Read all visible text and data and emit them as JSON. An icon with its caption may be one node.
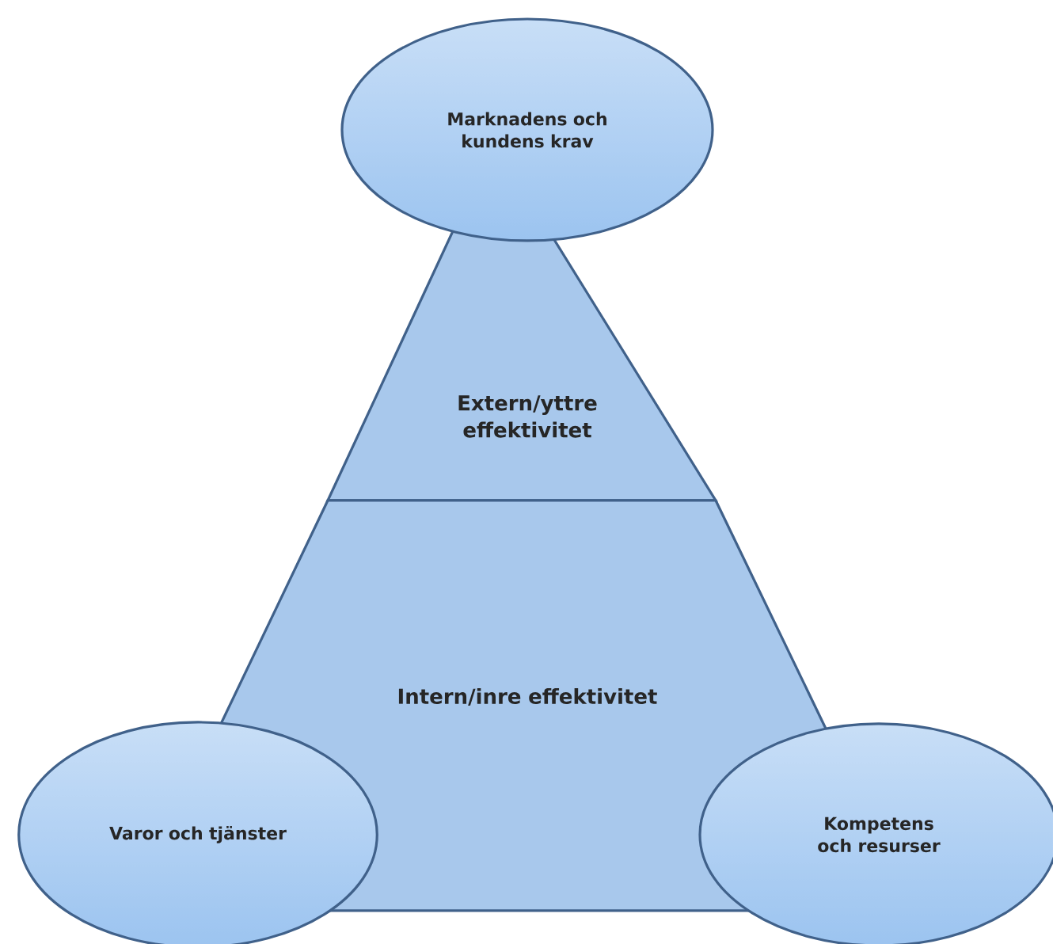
{
  "diagram": {
    "nodes": [
      {
        "text": [
          "Marknadens och kundens krav"
        ]
      },
      {
        "text": [
          "Extern/yttre effektivitet"
        ]
      },
      {
        "text": [
          "Intern/inre effektivitet"
        ]
      },
      {
        "text": [
          "Varor och tjänster"
        ]
      },
      {
        "text": [
          "Kompetens och resurser"
        ]
      }
    ]
  }
}
